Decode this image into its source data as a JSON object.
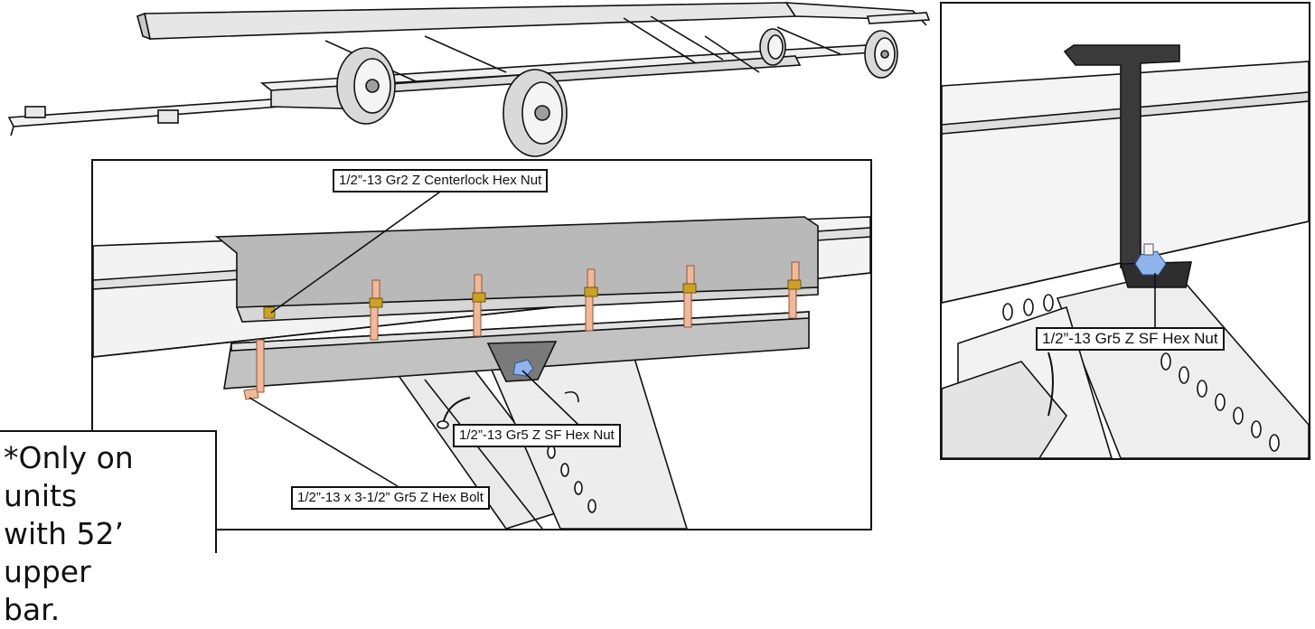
{
  "callouts": {
    "centerlock_nut": "1/2”-13 Gr2 Z Centerlock Hex Nut",
    "sf_hex_nut_center": "1/2”-13 Gr5 Z SF Hex Nut",
    "hex_bolt": "1/2”-13 x 3-1/2” Gr5 Z Hex Bolt",
    "sf_hex_nut_right": "1/2”-13 Gr5 Z SF Hex Nut"
  },
  "note": {
    "line1": "*Only on units",
    "line2": "with 52’ upper",
    "line3": "bar."
  },
  "colors": {
    "line": "#111111",
    "steel_light": "#e4e4e4",
    "steel_mid": "#bdbdbd",
    "bracket_dark": "#3a3a3a",
    "bolt": "#f2b89a",
    "nut_brass": "#c9a227",
    "nut_blue": "#8fb4ec"
  }
}
